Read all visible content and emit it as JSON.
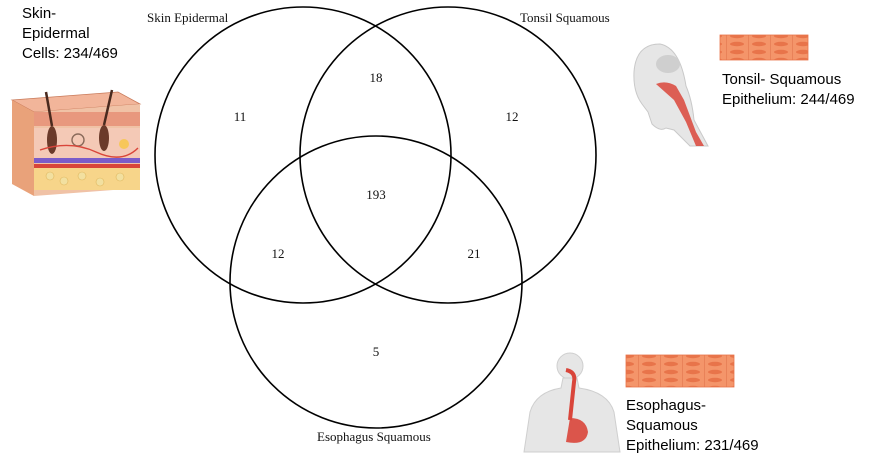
{
  "venn": {
    "sets": [
      {
        "id": "skin",
        "label": "Skin Epidermal"
      },
      {
        "id": "tonsil",
        "label": "Tonsil Squamous"
      },
      {
        "id": "esophagus",
        "label": "Esophagus Squamous"
      }
    ],
    "regions": {
      "skin_only": "11",
      "tonsil_only": "12",
      "esophagus_only": "5",
      "skin_tonsil": "18",
      "skin_esophagus": "12",
      "tonsil_esophagus": "21",
      "all_three": "193"
    }
  },
  "callouts": {
    "skin": [
      "Skin-",
      "Epidermal",
      "Cells: 234/469"
    ],
    "tonsil": [
      "Tonsil- Squamous",
      "Epithelium: 244/469"
    ],
    "esophagus": [
      "Esophagus-",
      "Squamous",
      "Epithelium: 231/469"
    ]
  },
  "colors": {
    "tissue_strip": "#f4956a",
    "skin_layers": "#e9a27a",
    "organ_highlight": "#d9453a"
  },
  "icons": [
    "skin-cross-section-icon",
    "head-throat-icon",
    "torso-esophagus-icon",
    "tissue-strip-icon"
  ]
}
